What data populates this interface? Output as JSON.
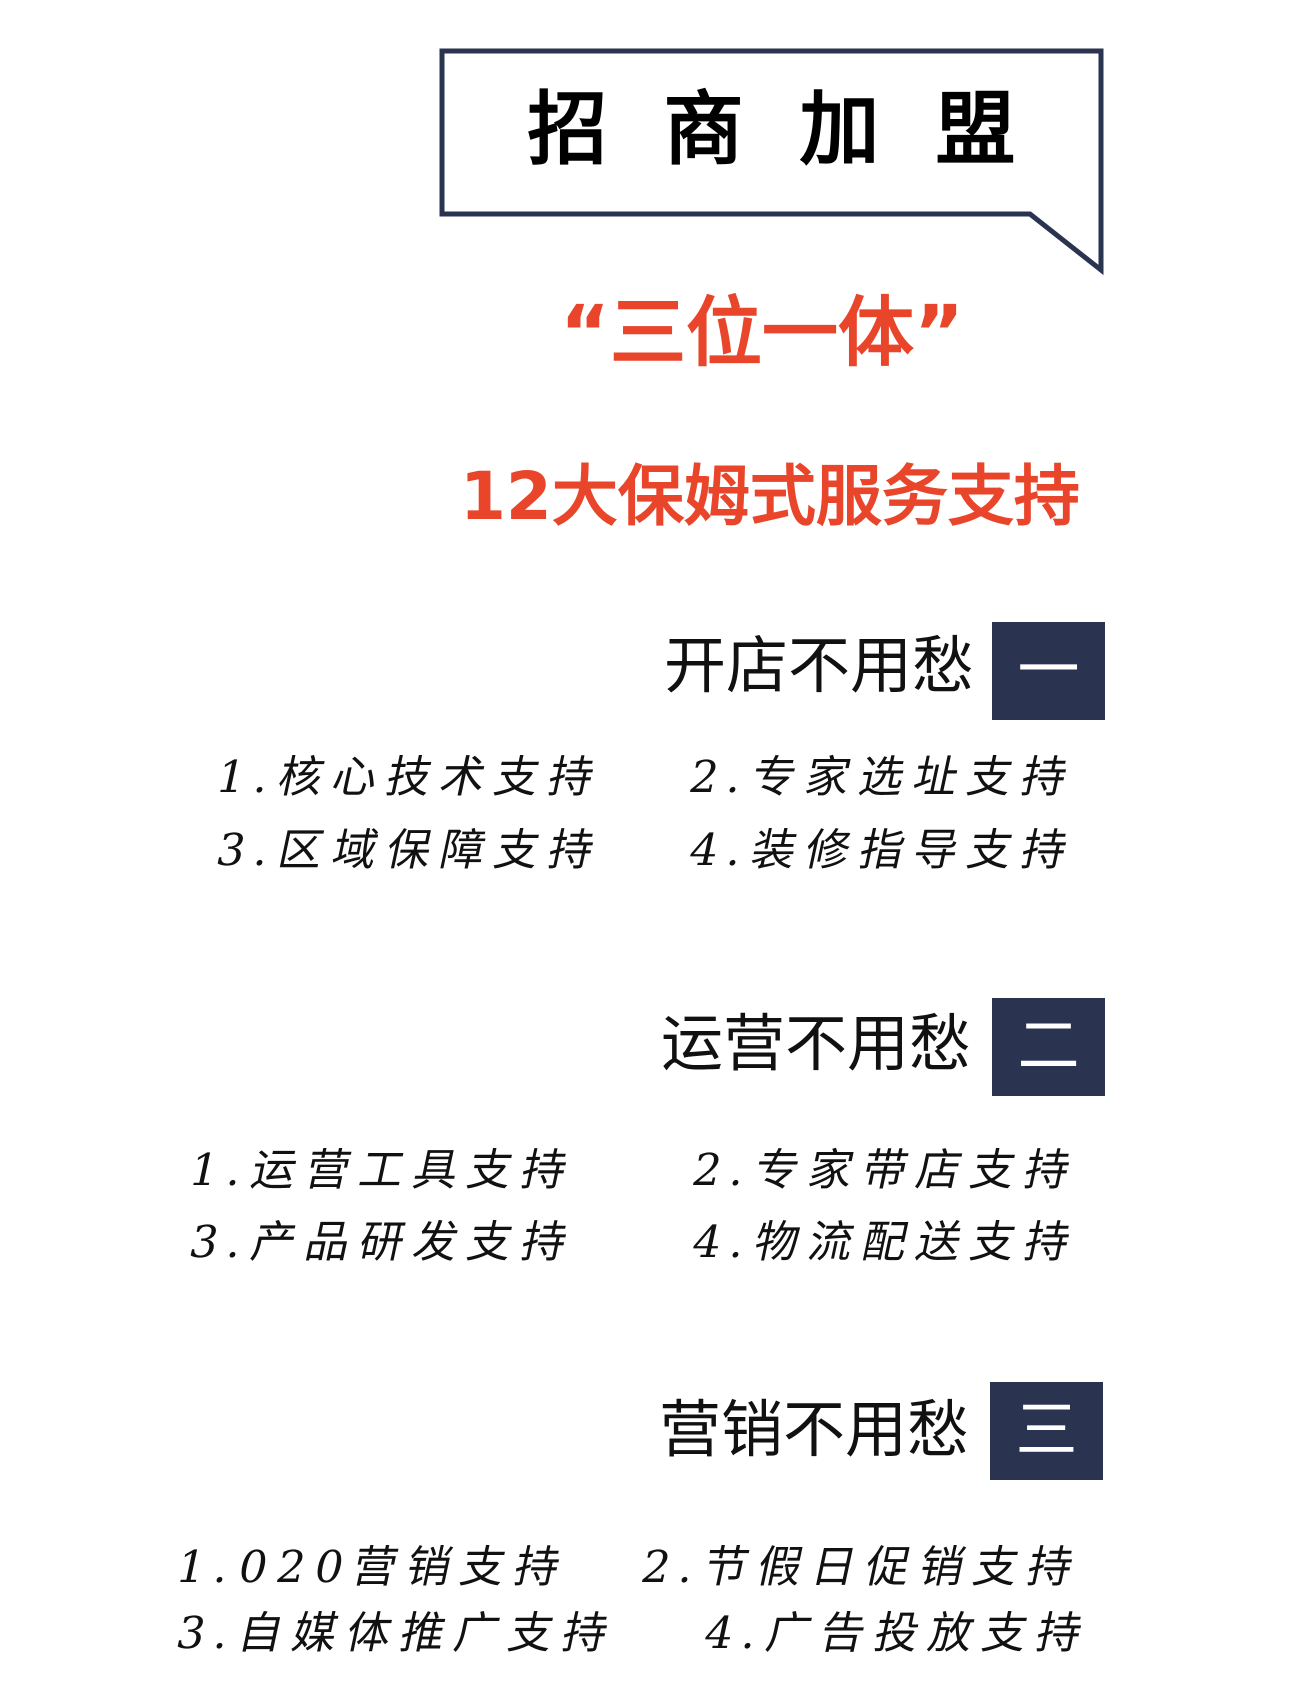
{
  "header": {
    "title": "招商加盟",
    "slogan": "“三位一体”",
    "subtitle": "12大保姆式服务支持"
  },
  "colors": {
    "accent": "#e8452a",
    "navy": "#2a3350"
  },
  "sections": [
    {
      "heading": "开店不用愁",
      "number": "一",
      "items": [
        "1.核心技术支持",
        "2.专家选址支持",
        "3.区域保障支持",
        "4.装修指导支持"
      ]
    },
    {
      "heading": "运营不用愁",
      "number": "二",
      "items": [
        "1.运营工具支持",
        "2.专家带店支持",
        "3.产品研发支持",
        "4.物流配送支持"
      ]
    },
    {
      "heading": "营销不用愁",
      "number": "三",
      "items": [
        "1.020营销支持",
        "2.节假日促销支持",
        "3.自媒体推广支持",
        "4.广告投放支持"
      ]
    }
  ]
}
